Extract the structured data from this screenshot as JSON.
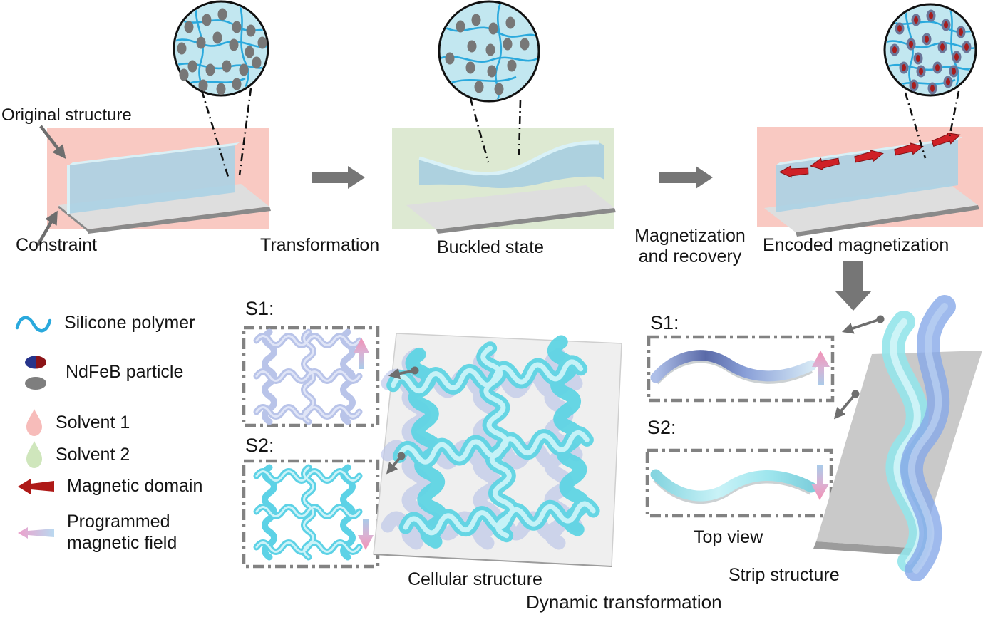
{
  "labels": {
    "original_structure": "Original structure",
    "constraint": "Constraint",
    "transformation": "Transformation",
    "buckled_state": "Buckled state",
    "magnetization_recovery": "Magnetization and recovery",
    "encoded_magnetization": "Encoded magnetization",
    "s1_cellular": "S1:",
    "s2_cellular": "S2:",
    "s1_strip": "S1:",
    "s2_strip": "S2:",
    "top_view": "Top view",
    "cellular_structure": "Cellular structure",
    "strip_structure": "Strip structure",
    "dynamic_transformation": "Dynamic transformation"
  },
  "legend": {
    "items": [
      {
        "icon": "sine-wave-icon",
        "label": "Silicone polymer"
      },
      {
        "icon": "ndfeb-particle-icon",
        "label": "NdFeB particle"
      },
      {
        "icon": "pink-droplet-icon",
        "label": "Solvent 1"
      },
      {
        "icon": "green-droplet-icon",
        "label": "Solvent 2"
      },
      {
        "icon": "red-arrow-icon",
        "label": "Magnetic domain"
      },
      {
        "icon": "gradient-arrow-icon",
        "label": "Programmed magnetic field"
      }
    ]
  },
  "colors": {
    "solvent1_panel": "#f9c9c2",
    "solvent2_panel": "#dde9d2",
    "inset_fill": "#c2e7f0",
    "polymer_blue": "#2aa9dd",
    "particle_gray": "#7a7a7a",
    "magnetic_red": "#c5201f",
    "lavender_state": "#b6c1e8",
    "cyan_state": "#5ed3e6",
    "process_arrow_gray": "#767676",
    "field_pink": "#f291b5",
    "field_blue": "#a9cbe9"
  }
}
